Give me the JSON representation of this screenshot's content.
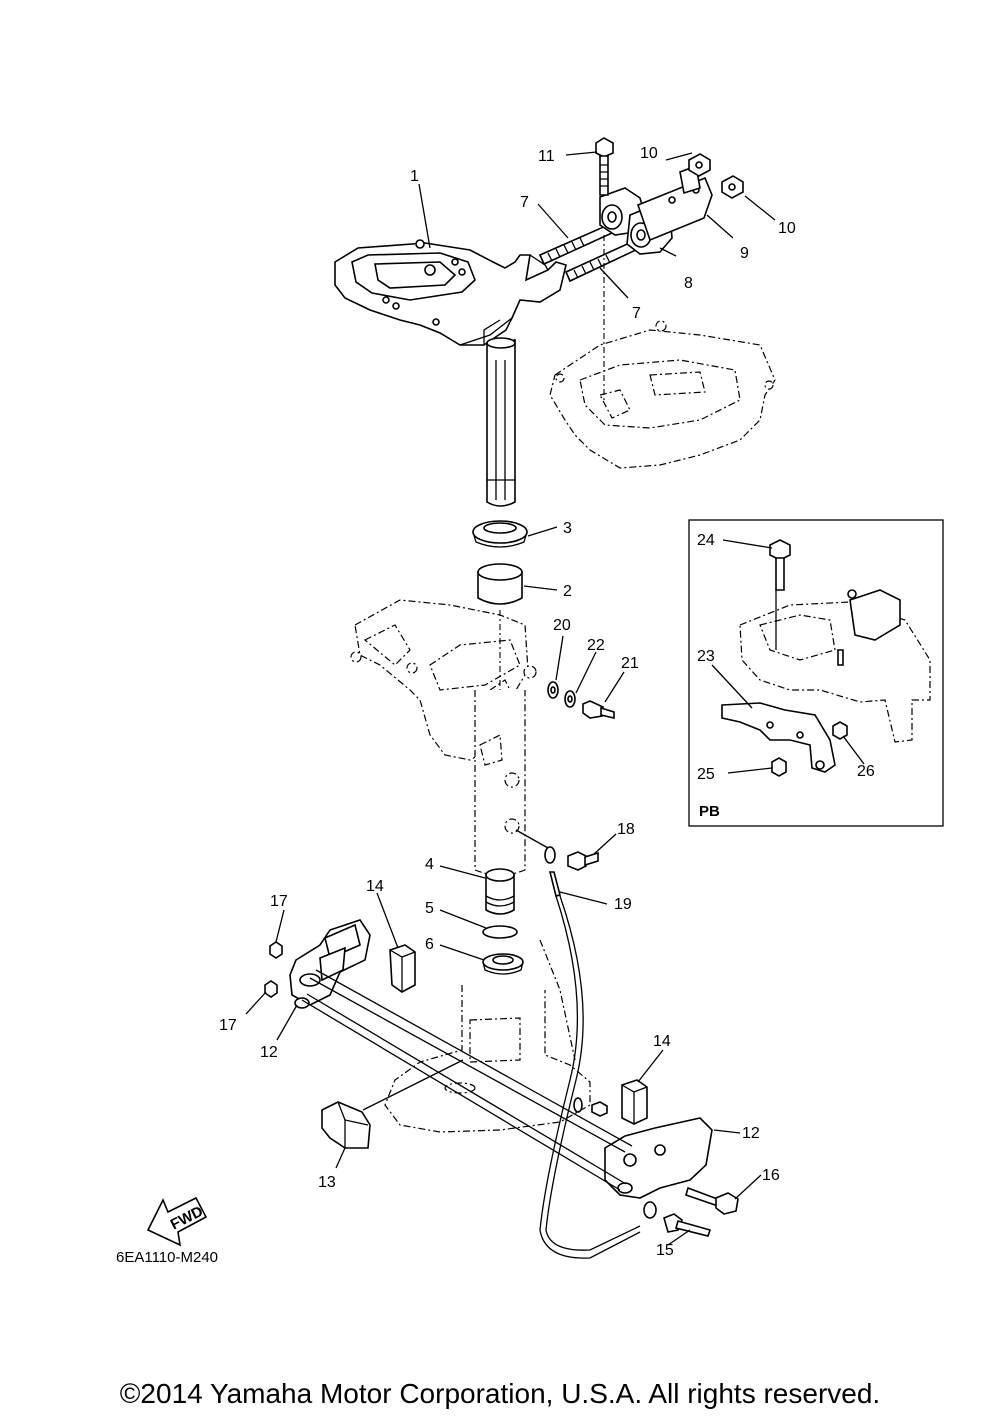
{
  "diagram_code": "6EA1110-M240",
  "inset_label": "PB",
  "fwd_label": "FWD",
  "copyright": "©2014 Yamaha Motor Corporation, U.S.A. All rights reserved.",
  "callouts": {
    "c1": "1",
    "c2": "2",
    "c3": "3",
    "c4": "4",
    "c5": "5",
    "c6": "6",
    "c7a": "7",
    "c7b": "7",
    "c8": "8",
    "c9": "9",
    "c10a": "10",
    "c10b": "10",
    "c11": "11",
    "c12a": "12",
    "c12b": "12",
    "c13": "13",
    "c14a": "14",
    "c14b": "14",
    "c15": "15",
    "c16": "16",
    "c17a": "17",
    "c17b": "17",
    "c18": "18",
    "c19": "19",
    "c20": "20",
    "c21": "21",
    "c22": "22",
    "c23": "23",
    "c24": "24",
    "c25": "25",
    "c26": "26"
  }
}
